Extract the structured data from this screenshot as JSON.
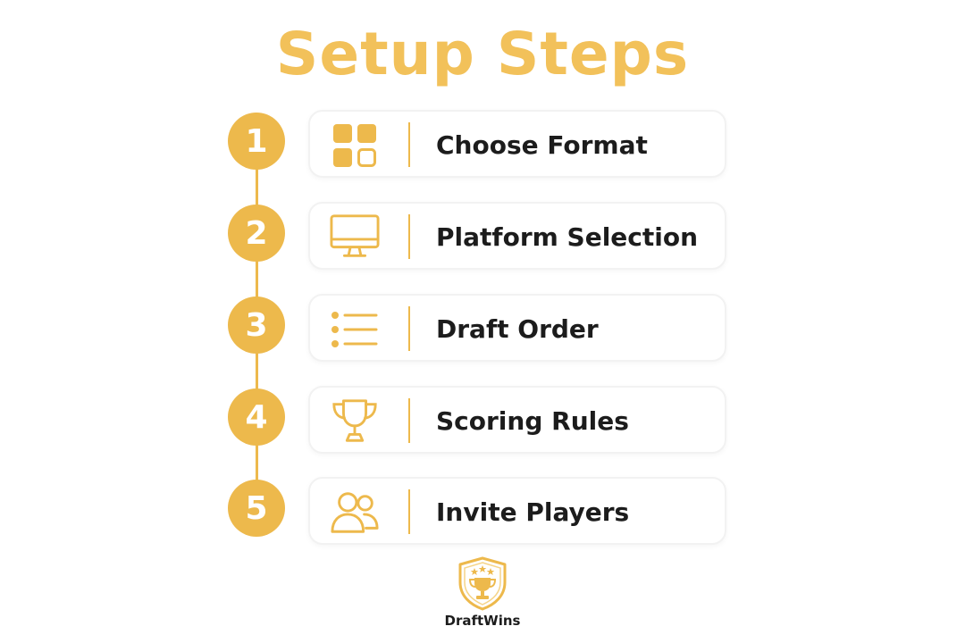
{
  "title": "Setup Steps",
  "accent_color": "#EDB94C",
  "steps": [
    {
      "number": "1",
      "label": "Choose Format",
      "icon": "grid-icon"
    },
    {
      "number": "2",
      "label": "Platform Selection",
      "icon": "monitor-icon"
    },
    {
      "number": "3",
      "label": "Draft Order",
      "icon": "list-icon"
    },
    {
      "number": "4",
      "label": "Scoring Rules",
      "icon": "trophy-icon"
    },
    {
      "number": "5",
      "label": "Invite Players",
      "icon": "users-icon"
    }
  ],
  "logo": {
    "name": "DraftWins",
    "icon": "shield-trophy-icon"
  }
}
